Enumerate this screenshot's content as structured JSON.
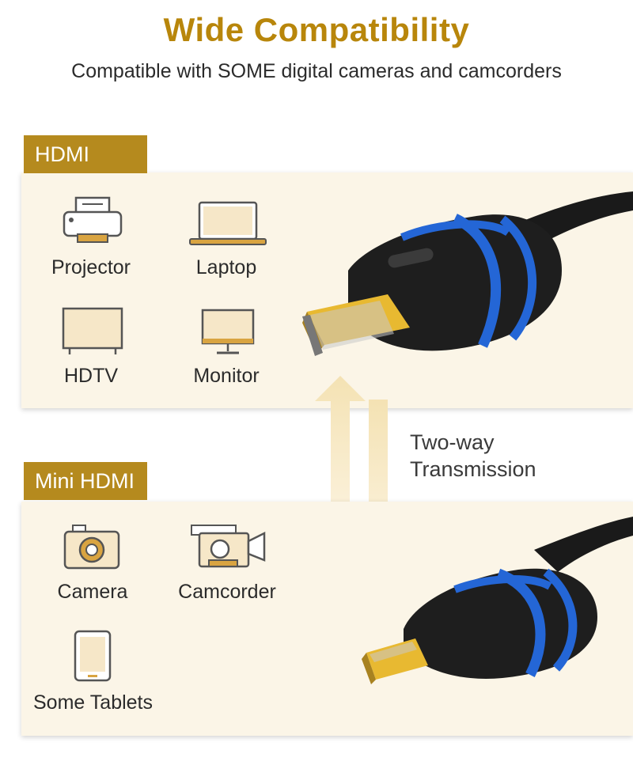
{
  "header": {
    "title": "Wide Compatibility",
    "subtitle": "Compatible with SOME digital cameras and camcorders"
  },
  "hdmi_section": {
    "tag": "HDMI",
    "items": [
      {
        "label": "Projector",
        "icon": "projector-icon"
      },
      {
        "label": "Laptop",
        "icon": "laptop-icon"
      },
      {
        "label": "HDTV",
        "icon": "hdtv-icon"
      },
      {
        "label": "Monitor",
        "icon": "monitor-icon"
      }
    ]
  },
  "mini_hdmi_section": {
    "tag": "Mini HDMI",
    "items": [
      {
        "label": "Camera",
        "icon": "camera-icon"
      },
      {
        "label": "Camcorder",
        "icon": "camcorder-icon"
      },
      {
        "label": "Some Tablets",
        "icon": "tablet-icon"
      }
    ]
  },
  "transmission": {
    "line1": "Two-way",
    "line2": "Transmission"
  },
  "colors": {
    "gold": "#b8860b",
    "tag_gold": "#b58a1e",
    "panel": "#fbf5e7",
    "cable_blue": "#2466d6",
    "cable_black": "#1a1a1a"
  }
}
